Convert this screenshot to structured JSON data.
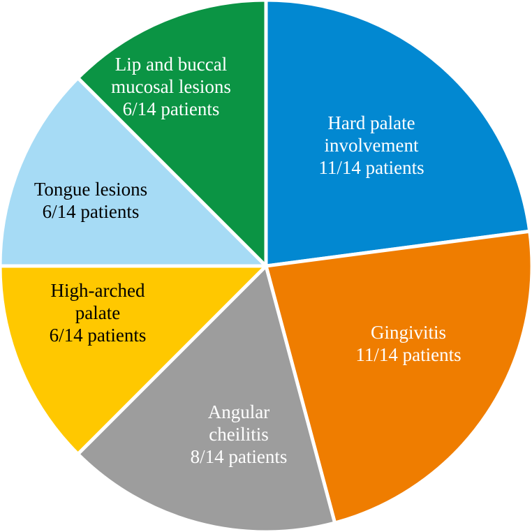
{
  "chart_data": {
    "type": "pie",
    "title": "",
    "unit": "patients",
    "total": 14,
    "start_angle_deg": 0,
    "direction": "clockwise",
    "slices": [
      {
        "name": "Hard palate involvement",
        "lines": [
          "Hard palate",
          "involvement",
          "11/14 patients"
        ],
        "value": 11,
        "color": "#0288d1",
        "text_color": "#ffffff"
      },
      {
        "name": "Gingivitis",
        "lines": [
          "Gingivitis",
          "11/14 patients"
        ],
        "value": 11,
        "color": "#ef7d00",
        "text_color": "#ffffff"
      },
      {
        "name": "Angular cheilitis",
        "lines": [
          "Angular",
          "cheilitis",
          "8/14 patients"
        ],
        "value": 8,
        "color": "#9d9d9d",
        "text_color": "#ffffff"
      },
      {
        "name": "High-arched palate",
        "lines": [
          "High-arched",
          "palate",
          "6/14 patients"
        ],
        "value": 6,
        "color": "#ffc800",
        "text_color": "#000000"
      },
      {
        "name": "Tongue lesions",
        "lines": [
          "Tongue lesions",
          "6/14 patients"
        ],
        "value": 6,
        "color": "#a6dbf5",
        "text_color": "#000000"
      },
      {
        "name": "Lip and buccal mucosal lesions",
        "lines": [
          "Lip and buccal",
          "mucosal lesions",
          "6/14 patients"
        ],
        "value": 6,
        "color": "#0b9444",
        "text_color": "#ffffff"
      }
    ]
  }
}
